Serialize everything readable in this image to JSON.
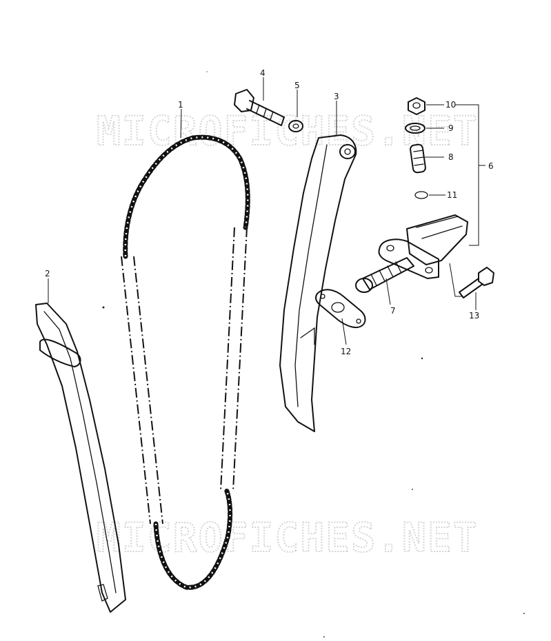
{
  "watermark": {
    "top": "MICROFICHES.NET",
    "bottom": "MICROFICHES.NET"
  },
  "parts": {
    "p1": "1",
    "p2": "2",
    "p3": "3",
    "p4": "4",
    "p5": "5",
    "p6": "6",
    "p7": "7",
    "p8": "8",
    "p9": "9",
    "p10": "10",
    "p11": "11",
    "p12": "12",
    "p13": "13"
  }
}
